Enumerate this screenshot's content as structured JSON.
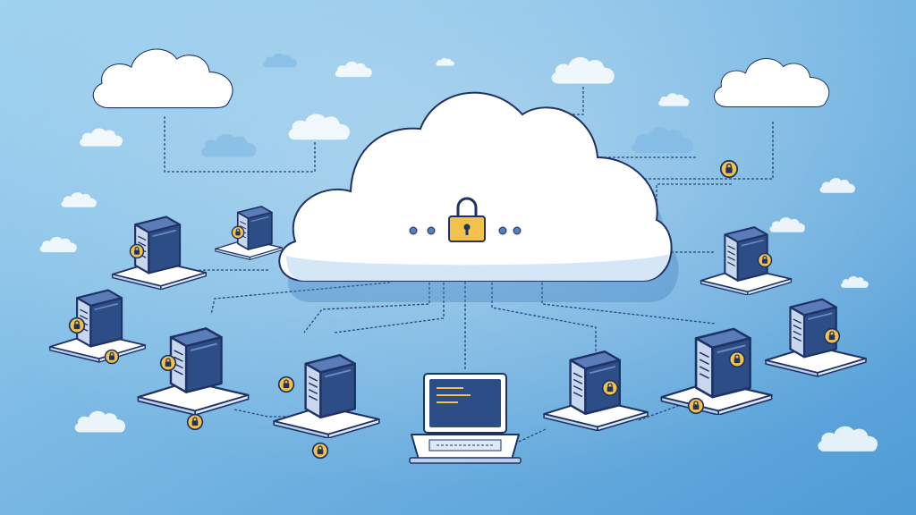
{
  "scene": {
    "background_from": "#9fd2ef",
    "background_to": "#4f9bd6",
    "outline_color": "#1f3266",
    "server_color": "#2d4d86",
    "server_light": "#5a7cb8",
    "tile_color": "#ffffff",
    "lock_color": "#f2c24b",
    "line_color": "#264a7a"
  },
  "diagram": {
    "hub": {
      "label": "",
      "icon": "padlock-icon",
      "description": "central cloud"
    },
    "clouds": [
      {
        "id": "cloud-top-left",
        "icon": "cloud-icon"
      },
      {
        "id": "cloud-top-right",
        "icon": "cloud-icon"
      }
    ],
    "nodes": [
      {
        "id": "server-upper-left",
        "icon": "server-icon"
      },
      {
        "id": "server-upper-left-small",
        "icon": "server-icon"
      },
      {
        "id": "server-mid-left",
        "icon": "server-icon"
      },
      {
        "id": "server-left-center",
        "icon": "server-icon"
      },
      {
        "id": "server-center-left",
        "icon": "server-icon"
      },
      {
        "id": "laptop-center",
        "icon": "laptop-icon"
      },
      {
        "id": "server-center-right",
        "icon": "server-icon"
      },
      {
        "id": "server-right-center",
        "icon": "server-icon"
      },
      {
        "id": "server-upper-right",
        "icon": "server-icon"
      },
      {
        "id": "server-far-right",
        "icon": "server-icon"
      }
    ]
  }
}
